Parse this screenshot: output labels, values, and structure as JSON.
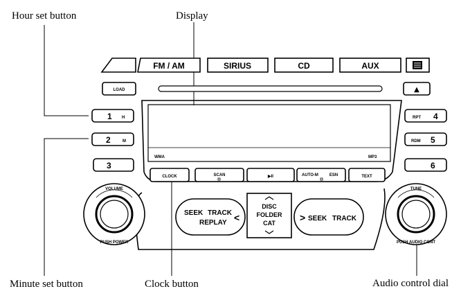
{
  "callouts": {
    "hour_set": "Hour set button",
    "display": "Display",
    "minute_set": "Minute set button",
    "clock": "Clock button",
    "audio_dial": "Audio control dial"
  },
  "source_tabs": [
    "FM / AM",
    "SIRIUS",
    "CD",
    "AUX"
  ],
  "load_label": "LOAD",
  "eject_symbol": "▲",
  "presets_left": [
    {
      "number": "1",
      "sub": "H"
    },
    {
      "number": "2",
      "sub": "M"
    },
    {
      "number": "3",
      "sub": ""
    }
  ],
  "presets_right": [
    {
      "number": "4",
      "sub": "RPT"
    },
    {
      "number": "5",
      "sub": "RDM"
    },
    {
      "number": "6",
      "sub": ""
    }
  ],
  "display_indicators": {
    "left": "WMA",
    "right": "MP3"
  },
  "function_buttons": [
    "CLOCK",
    "SCAN",
    "▶II",
    "AUTO-M",
    "ESN",
    "TEXT"
  ],
  "seek_left": {
    "line1": "SEEK",
    "line1b": "TRACK",
    "line2": "REPLAY",
    "arrow": "<"
  },
  "center_stack": {
    "line1": "DISC",
    "line2": "FOLDER",
    "line3": "CAT"
  },
  "seek_right": {
    "arrow": ">",
    "label": "SEEK",
    "label2": "TRACK"
  },
  "volume_knob": {
    "top": "VOLUME",
    "bottom": "PUSH POWER"
  },
  "tune_knob": {
    "top": "TUNE",
    "bottom": "PUSH AUDIO CONT"
  }
}
